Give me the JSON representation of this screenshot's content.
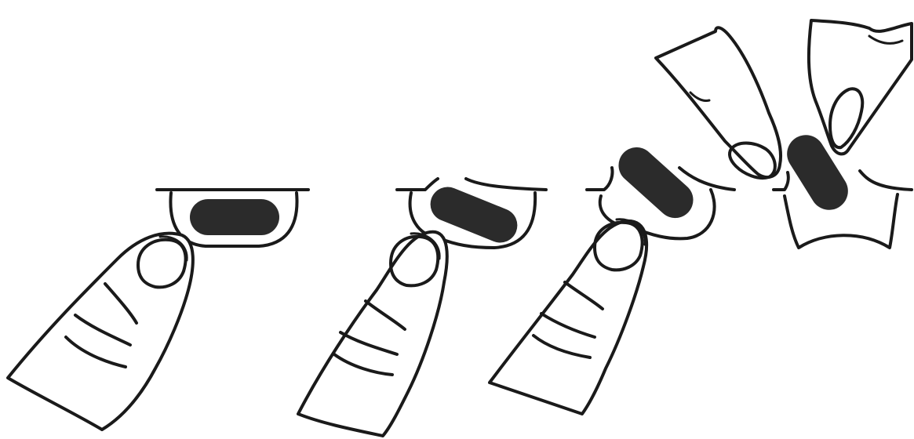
{
  "diagram": {
    "steps": [
      {
        "id": "step-1",
        "description_visible": false
      },
      {
        "id": "step-2",
        "description_visible": false
      },
      {
        "id": "step-3",
        "description_visible": false
      },
      {
        "id": "step-4",
        "description_visible": false
      }
    ],
    "colors": {
      "ink": "#1a1a1a",
      "tablet": "#2b2b2b",
      "background": "#ffffff"
    }
  }
}
